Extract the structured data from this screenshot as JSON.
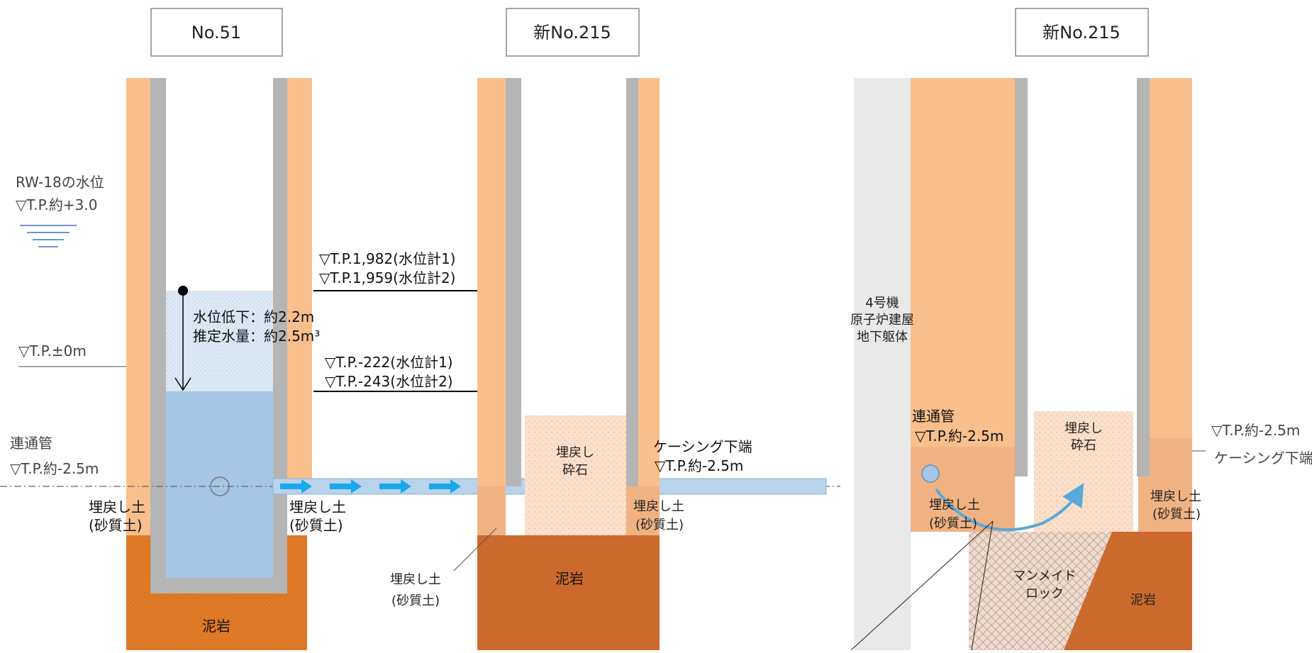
{
  "headers": {
    "left": "No.51",
    "middle": "新No.215",
    "right": "新No.215"
  },
  "left_labels": {
    "rw18_title": "RW-18の水位",
    "rw18_level": "▽T.P.約+3.0",
    "tp_zero": "▽T.P.±0m",
    "pipe_title": "連通管",
    "pipe_level": "▽T.P.約-2.5m",
    "backfill_left_1": "埋戻し土",
    "backfill_left_2": "(砂質土)",
    "backfill_right_1": "埋戻し土",
    "backfill_right_2": "(砂質土)",
    "mudstone": "泥岩",
    "drop_1": "水位低下：約2.2m",
    "drop_2": "推定水量：約2.5m³"
  },
  "middle_labels": {
    "level_a1": "▽T.P.1,982(水位計1)",
    "level_a2": "▽T.P.1,959(水位計2)",
    "level_b1": "▽T.P.-222(水位計1)",
    "level_b2": "▽T.P.-243(水位計2)",
    "gravel_1": "埋戻し",
    "gravel_2": "砕石",
    "casing_1": "ケーシング下端",
    "casing_2": "▽T.P.約-2.5m",
    "backfill_r_1": "埋戻し土",
    "backfill_r_2": "(砂質土)",
    "backfill_bl_1": "埋戻し土",
    "backfill_bl_2": "(砂質土)",
    "mudstone": "泥岩"
  },
  "right_labels": {
    "building_1": "4号機",
    "building_2": "原子炉建屋",
    "building_3": "地下躯体",
    "pipe_title": "連通管",
    "pipe_level": "▽T.P.約-2.5m",
    "gravel_1": "埋戻し",
    "gravel_2": "砕石",
    "backfill_l_1": "埋戻し土",
    "backfill_l_2": "(砂質土)",
    "backfill_r_1": "埋戻し土",
    "backfill_r_2": "(砂質土)",
    "manmade_1": "マンメイド",
    "manmade_2": "ロック",
    "mudstone": "泥岩",
    "edge_level": "▽T.P.約-2.5m",
    "edge_casing": "ケーシング下端"
  },
  "colors": {
    "soil": "#f8bf8c",
    "backfill": "#f0b283",
    "casing": "#b5b5b5",
    "mudstone_left": "#e07a27",
    "mudstone": "#cb6a2c",
    "water": "#a5c6e6",
    "water_light": "#dce8f3",
    "pipe": "#b8d3ec",
    "arrow": "#1aa7ec",
    "gravel": "#fbe0cc",
    "building": "#e9e9e9",
    "manmade": "#e8d6cc",
    "flow_arrow": "#5aa9d6"
  }
}
